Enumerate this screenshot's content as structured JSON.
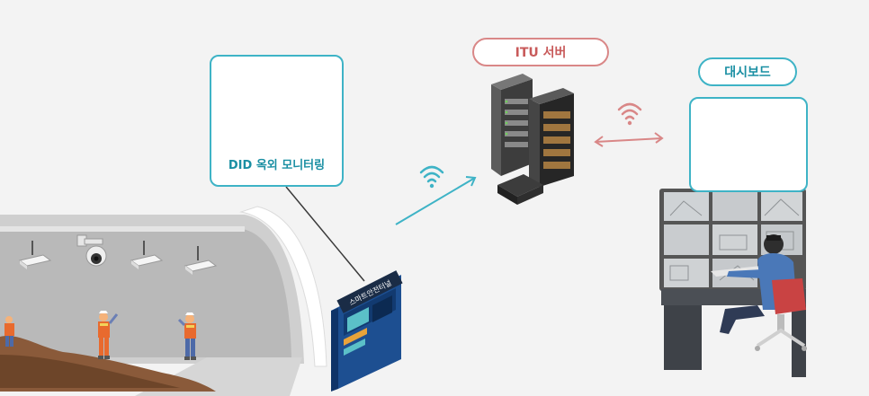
{
  "labels": {
    "did_monitoring": "DID 옥외 모니터링",
    "itu_server": "ITU 서버",
    "dashboard": "대시보드",
    "tunnel_sign": "스마트안전터널"
  },
  "icons": {
    "wifi_left": "wifi-icon",
    "wifi_right": "wifi-icon"
  },
  "colors": {
    "accent_teal": "#3eb3c6",
    "accent_red": "#d98787",
    "did_panel": "#1d4f91",
    "background": "#f3f3f3"
  }
}
